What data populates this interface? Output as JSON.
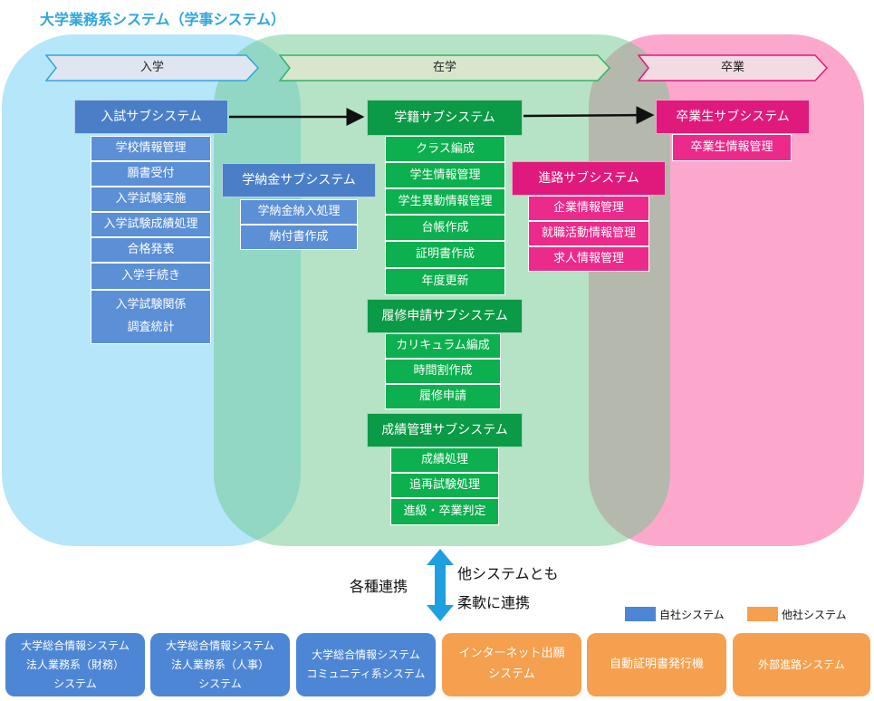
{
  "title": "大学業務系システム（学事システム）",
  "phases": {
    "nyugaku": "入学",
    "zaigaku": "在学",
    "sotsugyo": "卒業"
  },
  "nyushi": {
    "header": "入試サブシステム",
    "items": [
      "学校情報管理",
      "願書受付",
      "入学試験実施",
      "入学試験成績処理",
      "合格発表",
      "入学手続き",
      "入学試験関係",
      "調査統計"
    ]
  },
  "gakunokin": {
    "header": "学納金サブシステム",
    "items": [
      "学納金納入処理",
      "納付書作成"
    ]
  },
  "gakuseki": {
    "header": "学籍サブシステム",
    "items": [
      "クラス編成",
      "学生情報管理",
      "学生異動情報管理",
      "台帳作成",
      "証明書作成",
      "年度更新"
    ]
  },
  "rishu": {
    "header": "履修申請サブシステム",
    "items": [
      "カリキュラム編成",
      "時間割作成",
      "履修申請"
    ]
  },
  "seiseki": {
    "header": "成績管理サブシステム",
    "items": [
      "成績処理",
      "追再試験処理",
      "進級・卒業判定"
    ]
  },
  "shinro": {
    "header": "進路サブシステム",
    "items": [
      "企業情報管理",
      "就職活動情報管理",
      "求人情報管理"
    ]
  },
  "sotsugyosei": {
    "header": "卒業生サブシステム",
    "items": [
      "卒業生情報管理"
    ]
  },
  "link": {
    "left": "各種連携",
    "right1": "他システムとも",
    "right2": "柔軟に連携"
  },
  "legend": {
    "own": "自社システム",
    "other": "他社システム",
    "own_color": "#4d86d4",
    "other_color": "#f5a04e"
  },
  "external": [
    {
      "line1": "大学総合情報システム",
      "line2": "法人業務系（財務）",
      "line3": "システム"
    },
    {
      "line1": "大学総合情報システム",
      "line2": "法人業務系（人事）",
      "line3": "システム"
    },
    {
      "line1": "大学総合情報システム",
      "line2": "コミュニティ系システム"
    },
    {
      "line1": "インターネット出願",
      "line2": "システム"
    },
    {
      "line1": "自動証明書発行機"
    },
    {
      "line1": "外部進路システム"
    }
  ]
}
